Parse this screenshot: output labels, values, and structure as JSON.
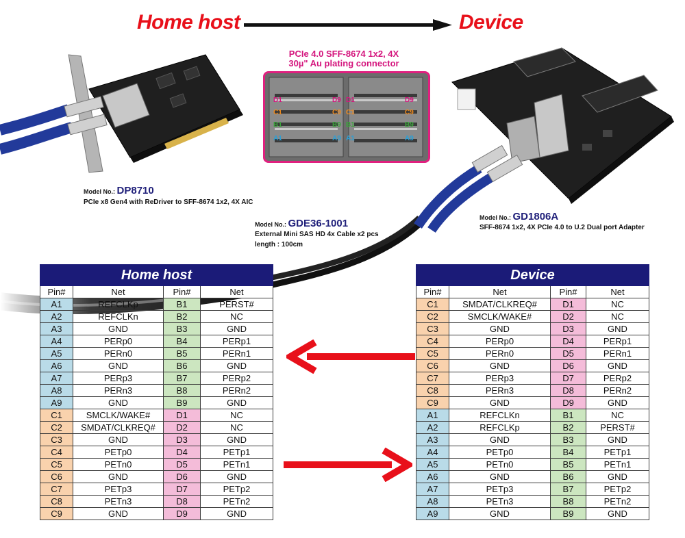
{
  "header": {
    "left": "Home host",
    "right": "Device"
  },
  "connector": {
    "title_line1": "PCIe 4.0 SFF-8674 1x2, 4X",
    "title_line2": "30µ\" Au plating connector",
    "labels": [
      {
        "text": "D1",
        "color": "#d4157d"
      },
      {
        "text": "C1",
        "color": "#f08a1c"
      },
      {
        "text": "B1",
        "color": "#3aa53a"
      },
      {
        "text": "A1",
        "color": "#2a9fd6"
      },
      {
        "text": "D9",
        "color": "#d4157d"
      },
      {
        "text": "C9",
        "color": "#f08a1c"
      },
      {
        "text": "B9",
        "color": "#3aa53a"
      },
      {
        "text": "A9",
        "color": "#2a9fd6"
      }
    ]
  },
  "products": {
    "host": {
      "model_prefix": "Model No.:",
      "model": "DP8710",
      "desc": "PCIe x8 Gen4 with ReDriver to SFF-8674 1x2, 4X AIC"
    },
    "cable": {
      "model_prefix": "Model No.:",
      "model": "GDE36-1001",
      "desc1": "External Mini SAS HD 4x Cable x2 pcs",
      "desc2": "length : 100cm"
    },
    "device": {
      "model_prefix": "Model No.:",
      "model": "GD1806A",
      "desc": "SFF-8674 1x2, 4X PCIe 4.0 to U.2 Dual port Adapter"
    }
  },
  "colors": {
    "arrow_red": "#e8101a",
    "table_header_bg": "#1b1b78",
    "pin_a": "#b9dbe8",
    "pin_b": "#cce6c0",
    "pin_c": "#f9d2ad",
    "pin_d": "#f4bcd9"
  },
  "tables": {
    "host": {
      "title": "Home host",
      "columns": [
        "Pin#",
        "Net",
        "Pin#",
        "Net"
      ],
      "rows": [
        [
          "A1",
          "REFCLKp",
          "B1",
          "PERST#"
        ],
        [
          "A2",
          "REFCLKn",
          "B2",
          "NC"
        ],
        [
          "A3",
          "GND",
          "B3",
          "GND"
        ],
        [
          "A4",
          "PERp0",
          "B4",
          "PERp1"
        ],
        [
          "A5",
          "PERn0",
          "B5",
          "PERn1"
        ],
        [
          "A6",
          "GND",
          "B6",
          "GND"
        ],
        [
          "A7",
          "PERp3",
          "B7",
          "PERp2"
        ],
        [
          "A8",
          "PERn3",
          "B8",
          "PERn2"
        ],
        [
          "A9",
          "GND",
          "B9",
          "GND"
        ],
        [
          "C1",
          "SMCLK/WAKE#",
          "D1",
          "NC"
        ],
        [
          "C2",
          "SMDAT/CLKREQ#",
          "D2",
          "NC"
        ],
        [
          "C3",
          "GND",
          "D3",
          "GND"
        ],
        [
          "C4",
          "PETp0",
          "D4",
          "PETp1"
        ],
        [
          "C5",
          "PETn0",
          "D5",
          "PETn1"
        ],
        [
          "C6",
          "GND",
          "D6",
          "GND"
        ],
        [
          "C7",
          "PETp3",
          "D7",
          "PETp2"
        ],
        [
          "C8",
          "PETn3",
          "D8",
          "PETn2"
        ],
        [
          "C9",
          "GND",
          "D9",
          "GND"
        ]
      ]
    },
    "device": {
      "title": "Device",
      "columns": [
        "Pin#",
        "Net",
        "Pin#",
        "Net"
      ],
      "rows": [
        [
          "C1",
          "SMDAT/CLKREQ#",
          "D1",
          "NC"
        ],
        [
          "C2",
          "SMCLK/WAKE#",
          "D2",
          "NC"
        ],
        [
          "C3",
          "GND",
          "D3",
          "GND"
        ],
        [
          "C4",
          "PERp0",
          "D4",
          "PERp1"
        ],
        [
          "C5",
          "PERn0",
          "D5",
          "PERn1"
        ],
        [
          "C6",
          "GND",
          "D6",
          "GND"
        ],
        [
          "C7",
          "PERp3",
          "D7",
          "PERp2"
        ],
        [
          "C8",
          "PERn3",
          "D8",
          "PERn2"
        ],
        [
          "C9",
          "GND",
          "D9",
          "GND"
        ],
        [
          "A1",
          "REFCLKn",
          "B1",
          "NC"
        ],
        [
          "A2",
          "REFCLKp",
          "B2",
          "PERST#"
        ],
        [
          "A3",
          "GND",
          "B3",
          "GND"
        ],
        [
          "A4",
          "PETp0",
          "B4",
          "PETp1"
        ],
        [
          "A5",
          "PETn0",
          "B5",
          "PETn1"
        ],
        [
          "A6",
          "GND",
          "B6",
          "GND"
        ],
        [
          "A7",
          "PETp3",
          "B7",
          "PETp2"
        ],
        [
          "A8",
          "PETn3",
          "B8",
          "PETn2"
        ],
        [
          "A9",
          "GND",
          "B9",
          "GND"
        ]
      ]
    }
  }
}
